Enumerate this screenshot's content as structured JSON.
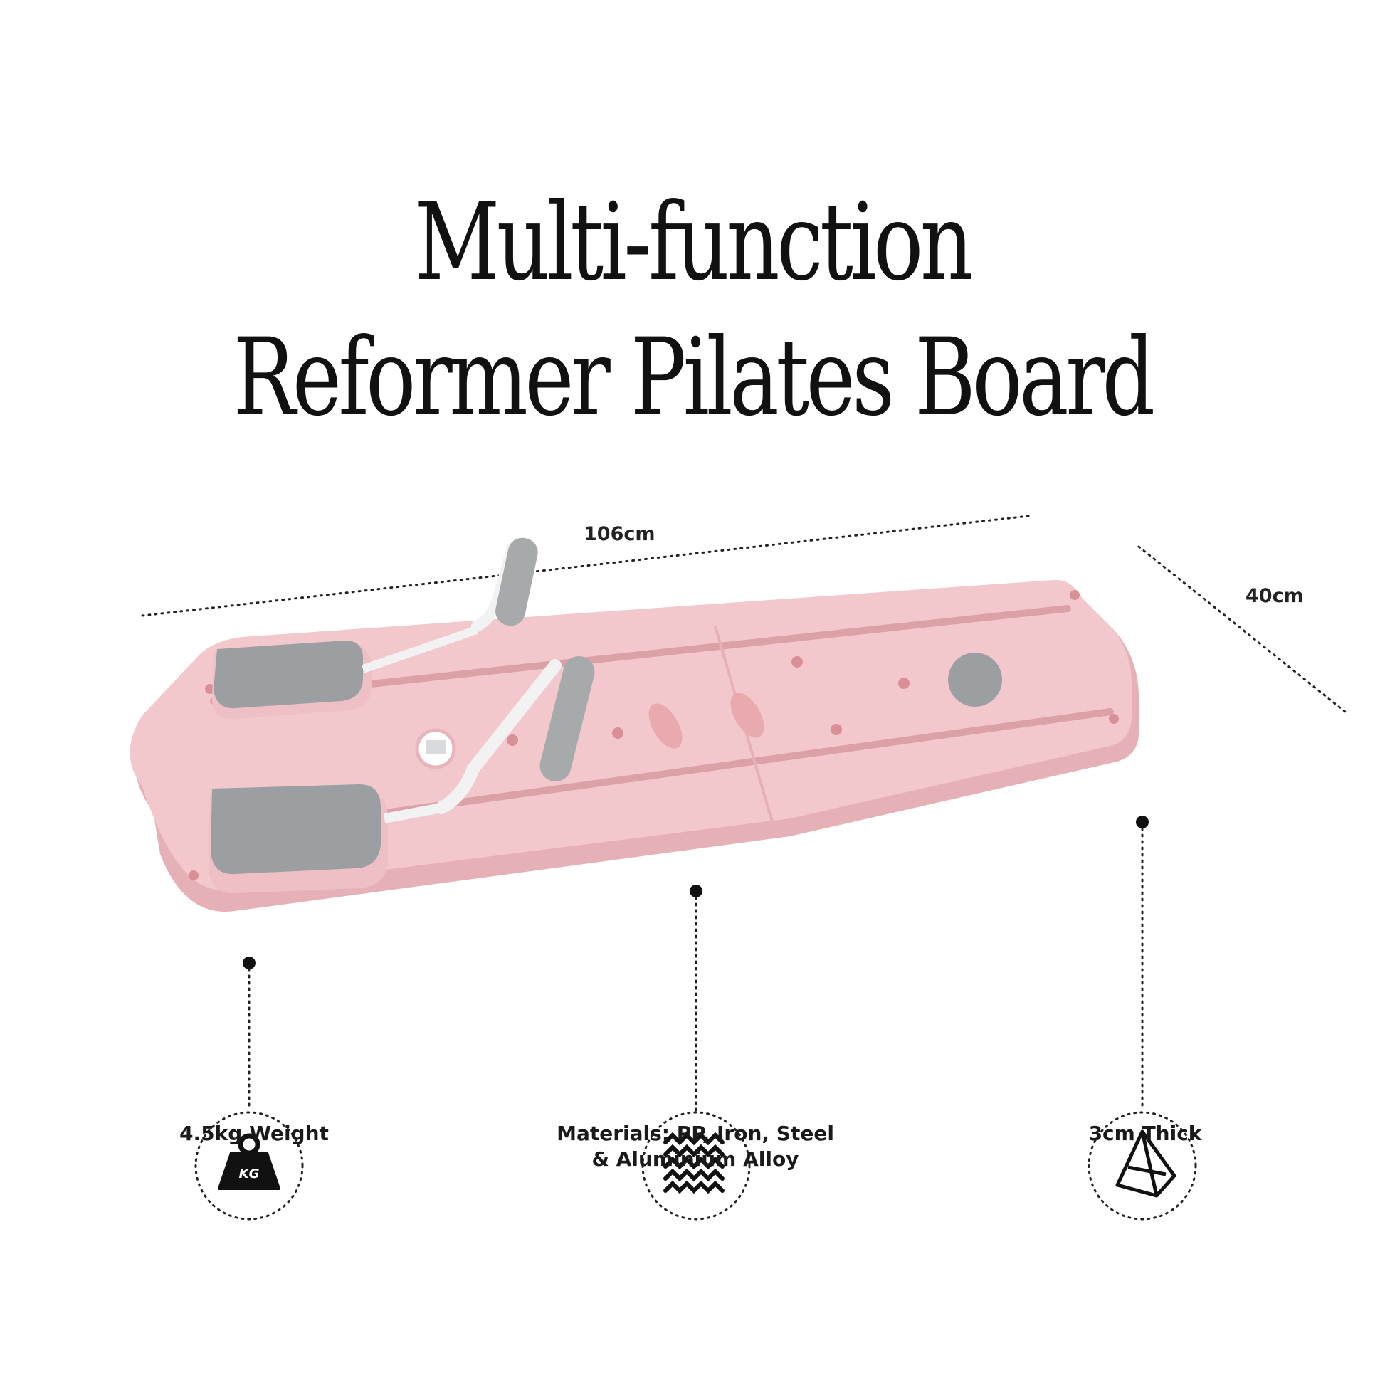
{
  "title": {
    "line1": "Multi-function",
    "line2": "Reformer Pilates Board"
  },
  "dimensions": {
    "length": "106cm",
    "width": "40cm"
  },
  "features": [
    {
      "icon": "kg-weight-icon",
      "label": "4.5kg Weight"
    },
    {
      "icon": "material-texture-icon",
      "label_line1": "Materials: PP, Iron, Steel",
      "label_line2": "& Aluminium Alloy"
    },
    {
      "icon": "pyramid-icon",
      "label": "3cm Thick"
    }
  ],
  "weight_icon_text": "KG",
  "colors": {
    "board": "#f3c8cc",
    "board_shadow": "#e5b1b6",
    "pads": "#9b9fa1",
    "handles": "#a7aaab",
    "text": "#111111"
  }
}
